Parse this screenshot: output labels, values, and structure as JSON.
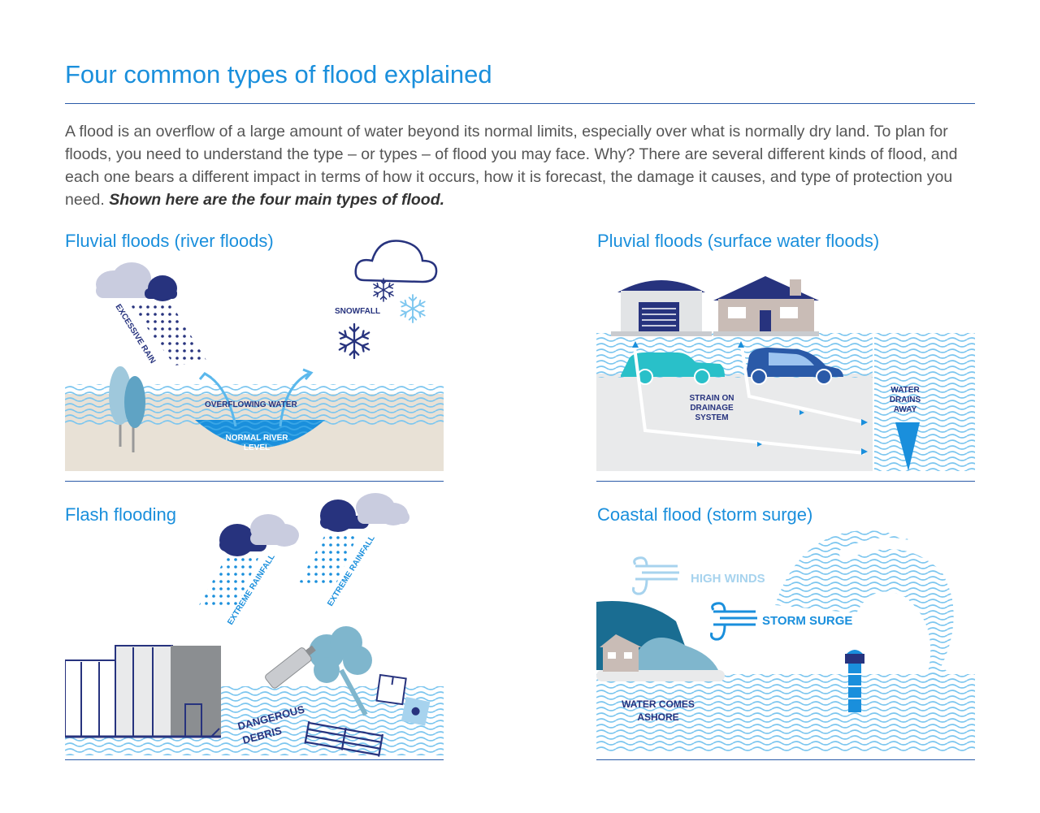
{
  "title": "Four common types of flood explained",
  "intro": {
    "text": "A flood is an overflow of a large amount of water beyond its normal limits, especially over what is normally dry land. To plan for floods, you need to understand the type – or types – of flood you may face. Why? There are several different kinds of flood, and each one bears a different impact in terms of how it occurs, how it is forecast, the damage it causes, and type of protection you need.",
    "emphasis": "Shown here are the four main types of flood."
  },
  "colors": {
    "accent": "#1a8fdc",
    "navy": "#27337e",
    "water": "#5bb8ec",
    "ground": "#e8e1d6"
  },
  "fluvial": {
    "title": "Fluvial floods (river floods)",
    "rain_label": "EXCESSIVE RAIN",
    "snow_label": "SNOWFALL",
    "overflow_label": "OVERFLOWING WATER",
    "river_label_1": "NORMAL RIVER",
    "river_label_2": "LEVEL"
  },
  "pluvial": {
    "title": "Pluvial floods (surface water floods)",
    "strain_1": "STRAIN ON",
    "strain_2": "DRAINAGE",
    "strain_3": "SYSTEM",
    "drain_1": "WATER",
    "drain_2": "DRAINS",
    "drain_3": "AWAY"
  },
  "flash": {
    "title": "Flash flooding",
    "rain_label_1": "EXTREME RAINFALL",
    "rain_label_2": "EXTREME RAINFALL",
    "debris_1": "DANGEROUS",
    "debris_2": "DEBRIS"
  },
  "coastal": {
    "title": "Coastal flood (storm surge)",
    "winds_label": "HIGH WINDS",
    "surge_label": "STORM SURGE",
    "ashore_1": "WATER COMES",
    "ashore_2": "ASHORE"
  }
}
